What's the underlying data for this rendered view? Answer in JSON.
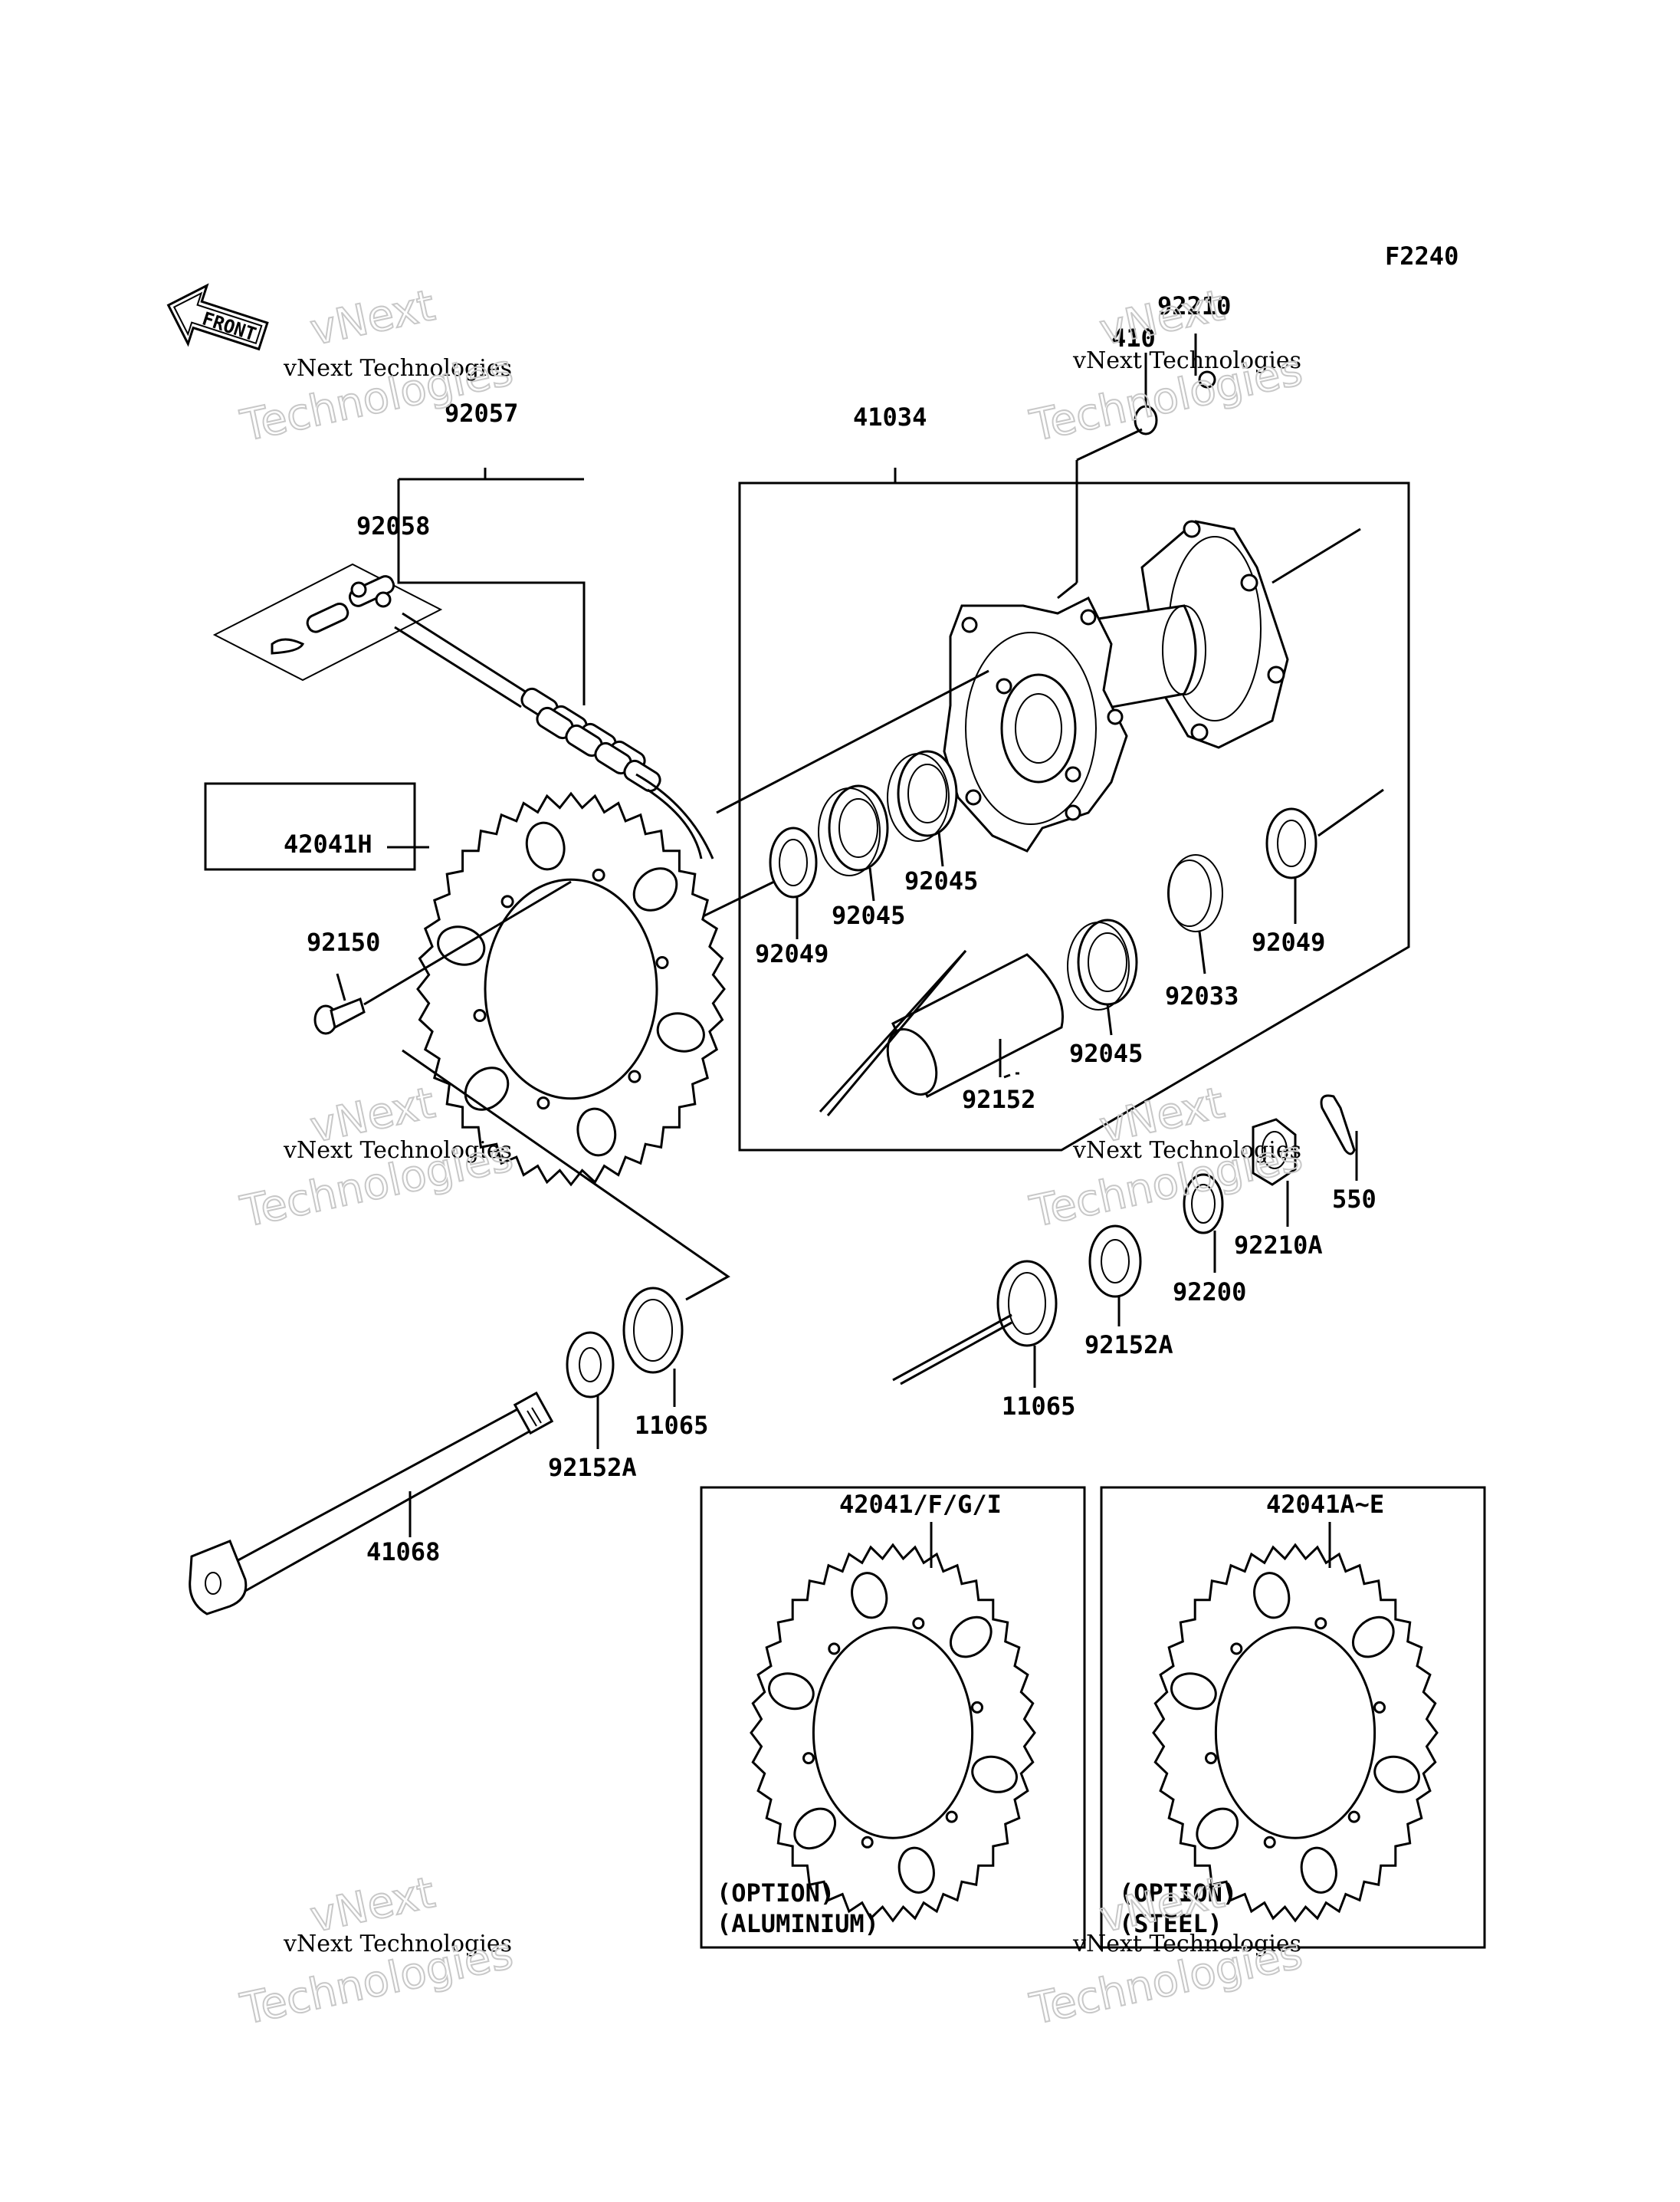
{
  "figure_code": "F2240",
  "front_arrow": "FRONT",
  "watermark": {
    "line1": "vNext Technologies",
    "line2": "vNext",
    "line3": "Technologies"
  },
  "parts": {
    "p92210": "92210",
    "p410": "410",
    "p92057": "92057",
    "p41034": "41034",
    "p92058": "92058",
    "aluminium_tag": "(ALUMINIUM)",
    "p42041H": "42041H",
    "p92150": "92150",
    "p92049a": "92049",
    "p92045a": "92045",
    "p92045b": "92045",
    "p92045c": "92045",
    "p92049b": "92049",
    "p92033": "92033",
    "p92152": "92152",
    "p550": "550",
    "p92210A": "92210A",
    "p92200": "92200",
    "p92152Aa": "92152A",
    "p11065a": "11065",
    "p11065b": "11065",
    "p92152Ab": "92152A",
    "p41068": "41068",
    "p42041FGI": "42041/F/G/I",
    "p42041AE": "42041A~E"
  },
  "option_boxes": {
    "left": {
      "line1": "(OPTION)",
      "line2": "(ALUMINIUM)"
    },
    "right": {
      "line1": "(OPTION)",
      "line2": "(STEEL)"
    }
  }
}
